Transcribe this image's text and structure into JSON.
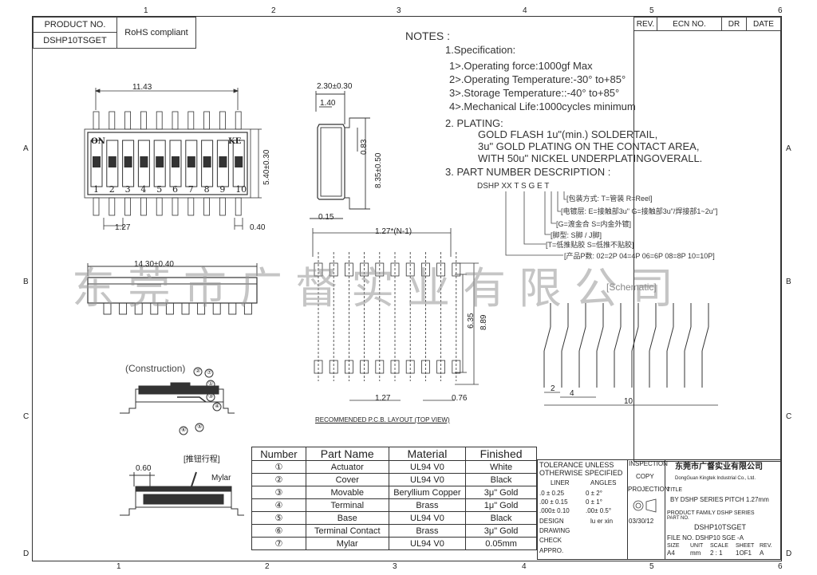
{
  "zones": {
    "top": [
      "1",
      "2",
      "3",
      "4",
      "5",
      "6"
    ],
    "side": [
      "A",
      "B",
      "C",
      "D"
    ]
  },
  "product": {
    "label": "PRODUCT NO.",
    "value": "DSHP10TSGET",
    "rohs": "RoHS compliant"
  },
  "revision": {
    "headers": [
      "REV.",
      "ECN NO.",
      "DR",
      "DATE"
    ]
  },
  "notes": {
    "title": "NOTES :",
    "spec_title": "1.Specification:",
    "spec": [
      "1>.Operating force:1000gf Max",
      "2>.Operating Temperature:-30° to+85°",
      "3>.Storage Temperature::-40° to+85°",
      "4>.Mechanical Life:1000cycles minimum"
    ],
    "plating_title": "2. PLATING:",
    "plating": [
      "GOLD FLASH 1u\"(min.) SOLDERTAIL,",
      "3u\" GOLD PLATING  ON THE CONTACT AREA,",
      "WITH 50u\" NICKEL UNDERPLATINGOVERALL."
    ],
    "pn_title": "3. PART NUMBER DESCRIPTION :",
    "pn_code": "DSHP XX  T  S G E T",
    "pn_items": [
      "[包装方式: T=管装  R=Reel]",
      "[电镀层: E=接触部3u\" G=接触部3u\"/焊接部1~2u\"]",
      "[G=渡金合  S=内金外镀]",
      "[脚型: S脚 / J脚]",
      "[T=低推贴胶  S=低推不贴胶]",
      "[产品P数: 02=2P 04=4P 06=6P 08=8P 10=10P]"
    ]
  },
  "dims": {
    "w1": "11.43",
    "w2": "14.30±0.40",
    "h1": "5.40±0.30",
    "pitch": "1.27",
    "gap": "0.40",
    "side_w": "2.30±0.30",
    "side_1": "1.40",
    "side_h1": "0.83",
    "side_h2": "8.35±0.50",
    "side_b": "0.15",
    "pcb_pitch": "1.27*(N-1)",
    "pcb_h1": "6.35",
    "pcb_h2": "8.89",
    "pcb_p": "1.27",
    "pcb_w": "0.76",
    "sch_2": "2",
    "sch_4": "4",
    "sch_10": "10",
    "act": "0.60"
  },
  "labels": {
    "on": "ON",
    "ke": "KE",
    "switch_nums": [
      "1",
      "2",
      "3",
      "4",
      "5",
      "6",
      "7",
      "8",
      "9",
      "10"
    ],
    "construction": "(Construction)",
    "pcb_layout": "RECOMMENDED P.C.B. LAYOUT (TOP VIEW)",
    "schematic": "[Schematic]",
    "push": "[推钮行程]",
    "mylar": "Mylar",
    "construction_nums": [
      "②",
      "⑦",
      "①",
      "③",
      "④",
      "⑥",
      "⑤"
    ]
  },
  "bom": {
    "headers": [
      "Number",
      "Part Name",
      "Material",
      "Finished"
    ],
    "rows": [
      [
        "①",
        "Actuator",
        "UL94 V0",
        "White"
      ],
      [
        "②",
        "Cover",
        "UL94 V0",
        "Black"
      ],
      [
        "③",
        "Movable",
        "Beryllium Copper",
        "3μ\" Gold"
      ],
      [
        "④",
        "Terminal",
        "Brass",
        "1μ\" Gold"
      ],
      [
        "⑤",
        "Base",
        "UL94 V0",
        "Black"
      ],
      [
        "⑥",
        "Terminal Contact",
        "Brass",
        "3μ\" Gold"
      ],
      [
        "⑦",
        "Mylar",
        "UL94 V0",
        "0.05mm"
      ]
    ]
  },
  "tolerance": {
    "title1": "TOLERANCE UNLESS",
    "title2": "OTHERWISE SPECIFIED",
    "h_linear": "LINER",
    "h_angles": "ANGLES",
    "rows": [
      [
        ".0  ± 0.25",
        "0  ± 2°"
      ],
      [
        ".00 ± 0.15",
        "0  ± 1°"
      ],
      [
        ".000± 0.10",
        ".00± 0.5°"
      ]
    ],
    "design": "DESIGN",
    "drawing": "DRAWING",
    "check": "CHECK",
    "appro": "APPRO.",
    "designer": "lu  er  xin",
    "date": "03/30/12"
  },
  "inspection": {
    "title": "INSPECTION",
    "copy": "COPY",
    "projection": "PROJECTION"
  },
  "titleblock": {
    "company_cn": "东莞市广督实业有限公司",
    "company_en": "DongGuan Kingtek Industrial Co., Ltd.",
    "title_label": "TITLE",
    "title": "BY DSHP SERIES PITCH 1.27mm",
    "family": "PRODUCT FAMILY DSHP SERIES",
    "part": "DSHP10TSGET",
    "file_no": "FILE NO. DSHP10 SGE -A",
    "size_h": [
      "SIZE",
      "UNIT",
      "SCALE",
      "SHEET",
      "REV."
    ],
    "size_v": [
      "A4",
      "mm",
      "2 : 1",
      "1OF1",
      "A"
    ],
    "part_label": "PART NO."
  },
  "watermark": "东莞市广督实业有限公司"
}
